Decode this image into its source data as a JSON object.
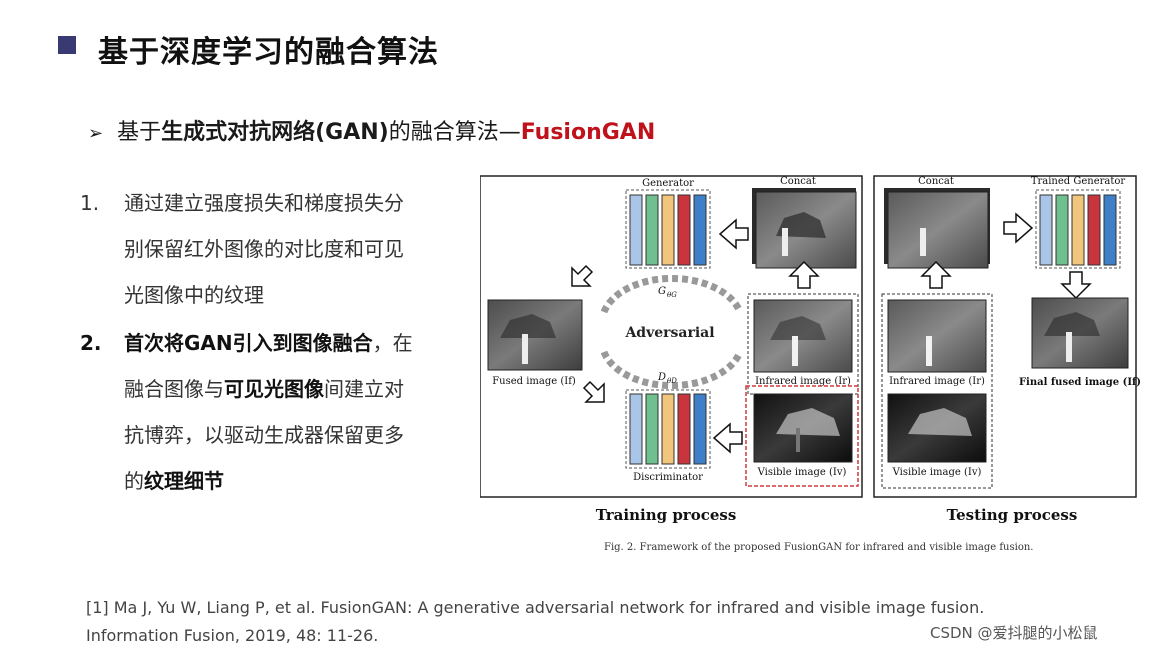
{
  "header": {
    "title": "基于深度学习的融合算法"
  },
  "subtitle": {
    "arrow": "➢",
    "prefix": "基于",
    "bold": "生成式对抗网络(GAN)",
    "middle": "的融合算法—",
    "highlight": "FusionGAN",
    "highlight_color": "#c0121b"
  },
  "points": [
    {
      "number": "1.",
      "lines": [
        "通过建立强度损失和梯度损失分",
        "别保留红外图像的对比度和可见",
        "光图像中的纹理"
      ]
    },
    {
      "number": "2.",
      "line1_bold": "首次将GAN引入到图像融合",
      "line1_rest": "，在",
      "line2_pre": "融合图像与",
      "line2_bold": "可见光图像",
      "line2_post": "间建立对",
      "line3": "抗博弈，以驱动生成器保留更多",
      "line4_pre": "的",
      "line4_bold": "纹理细节"
    }
  ],
  "figure": {
    "training": {
      "generator": "Generator",
      "concat": "Concat",
      "g_label": "G",
      "g_sub": "θG",
      "adversarial": "Adversarial",
      "d_label": "D",
      "d_sub": "θD",
      "fused": "Fused image (If)",
      "infrared": "Infrared image (Ir)",
      "visible": "Visible image (Iv)",
      "discriminator": "Discriminator",
      "caption": "Training process"
    },
    "testing": {
      "concat": "Concat",
      "trained_generator": "Trained Generator",
      "infrared": "Infrared image (Ir)",
      "visible": "Visible image (Iv)",
      "final": "Final fused image (If)",
      "caption": "Testing process"
    },
    "fig_caption": "Fig. 2.  Framework of the proposed FusionGAN for infrared and visible image fusion.",
    "colors": {
      "bar_blue": "#a9c6e8",
      "bar_green": "#6fbf8f",
      "bar_yellow": "#f2c57c",
      "bar_red": "#c8353c",
      "bar_dark_blue": "#3e7fc8",
      "visible_border": "#d23a3a"
    }
  },
  "reference": {
    "line1": "[1] Ma J, Yu W, Liang P, et al. FusionGAN: A generative adversarial network for infrared and visible image fusion.",
    "line2": "Information Fusion, 2019, 48: 11-26."
  },
  "watermark": "CSDN @爱抖腿的小松鼠"
}
